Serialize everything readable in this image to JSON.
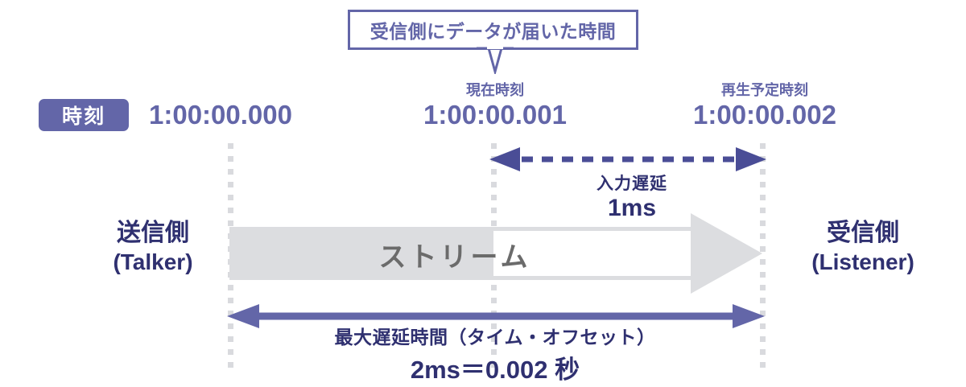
{
  "callout": {
    "text": "受信側にデータが届いた時間",
    "border_color": "#6366a8"
  },
  "timeline": {
    "badge_label": "時刻",
    "badge_color": "#6366a8",
    "marks": [
      {
        "caption": "",
        "value": "1:00:00.000"
      },
      {
        "caption": "現在時刻",
        "value": "1:00:00.001"
      },
      {
        "caption": "再生予定時刻",
        "value": "1:00:00.002"
      }
    ]
  },
  "stream": {
    "label": "ストリーム",
    "fill_color": "#dcdde0",
    "text_color": "#6b6b6b"
  },
  "endpoints": {
    "left": {
      "jp": "送信側",
      "en": "(Talker)"
    },
    "right": {
      "jp": "受信側",
      "en": "(Listener)"
    }
  },
  "measurements": [
    {
      "name": "input-delay",
      "title": "入力遅延",
      "value": "1ms",
      "style": "dashed",
      "color": "#4a4d96"
    },
    {
      "name": "max-delay",
      "title": "最大遅延時間（タイム・オフセット）",
      "value": "2ms＝0.002 秒",
      "style": "solid",
      "color": "#6366a8"
    }
  ],
  "colors": {
    "purple": "#6366a8",
    "navy": "#2f3070",
    "arrow_dark": "#4a4d96",
    "gray_fill": "#dcdde0",
    "guide": "#d9dade"
  }
}
